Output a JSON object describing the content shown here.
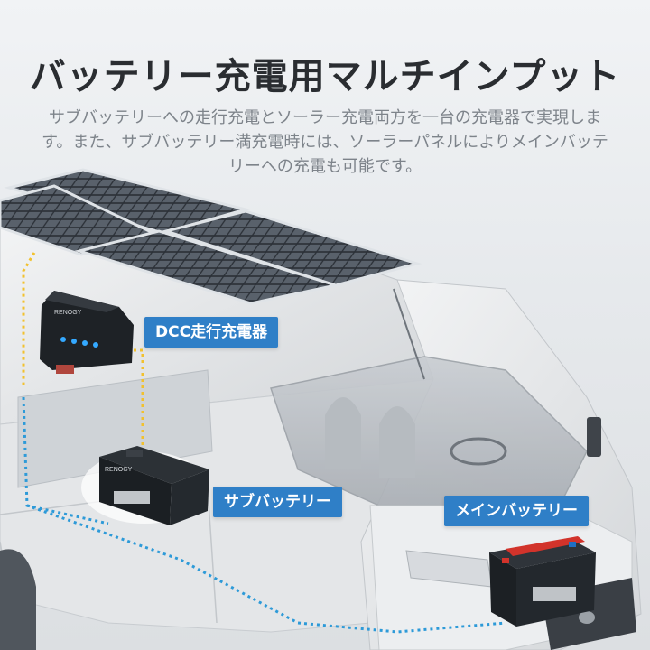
{
  "headline": "バッテリー充電用マルチインプット",
  "description": "サブバッテリーへの走行充電とソーラー充電両方を一台の充電器で実現します。また、サブバッテリー満充電時には、ソーラーパネルによりメインバッテリーへの充電も可能です。",
  "labels": {
    "dcc_charger": "DCC走行充電器",
    "sub_battery": "サブバッテリー",
    "main_battery": "メインバッテリー"
  },
  "brand": {
    "charger_logo": "RENOGY",
    "battery_logo": "RENOGY"
  },
  "colors": {
    "label_background": "#2f7fc7",
    "solar_wire": "#f2c12e",
    "battery_wire": "#2d9ad8",
    "headline": "#2a2d31",
    "description": "#7d838a"
  }
}
